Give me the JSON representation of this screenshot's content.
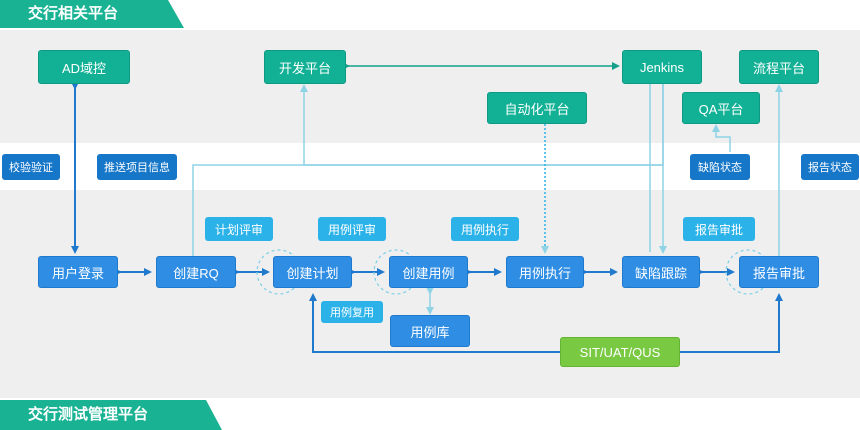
{
  "banners": {
    "top": "交行相关平台",
    "bottom": "交行测试管理平台"
  },
  "platforms": {
    "ad": "AD域控",
    "dev": "开发平台",
    "jenkins": "Jenkins",
    "flow": "流程平台",
    "auto": "自动化平台",
    "qa": "QA平台"
  },
  "mid_tags": {
    "verify": "校验验证",
    "push": "推送项目信息",
    "defect_status": "缺陷状态",
    "report_status": "报告状态"
  },
  "process": {
    "login": "用户登录",
    "create_rq": "创建RQ",
    "create_plan": "创建计划",
    "create_case": "创建用例",
    "exec_case": "用例执行",
    "defect": "缺陷跟踪",
    "report": "报告审批"
  },
  "step_tags": {
    "plan_review": "计划评审",
    "case_review": "用例评审",
    "case_exec": "用例执行",
    "report_review": "报告审批",
    "case_reuse": "用例复用"
  },
  "case_lib": "用例库",
  "env": "SIT/UAT/QUS",
  "colors": {
    "green": "#12b196",
    "blue": "#2f8ee4",
    "lime": "#7ac943",
    "tag_dark": "#1677c9",
    "tag_cyan": "#2bb3e9"
  }
}
